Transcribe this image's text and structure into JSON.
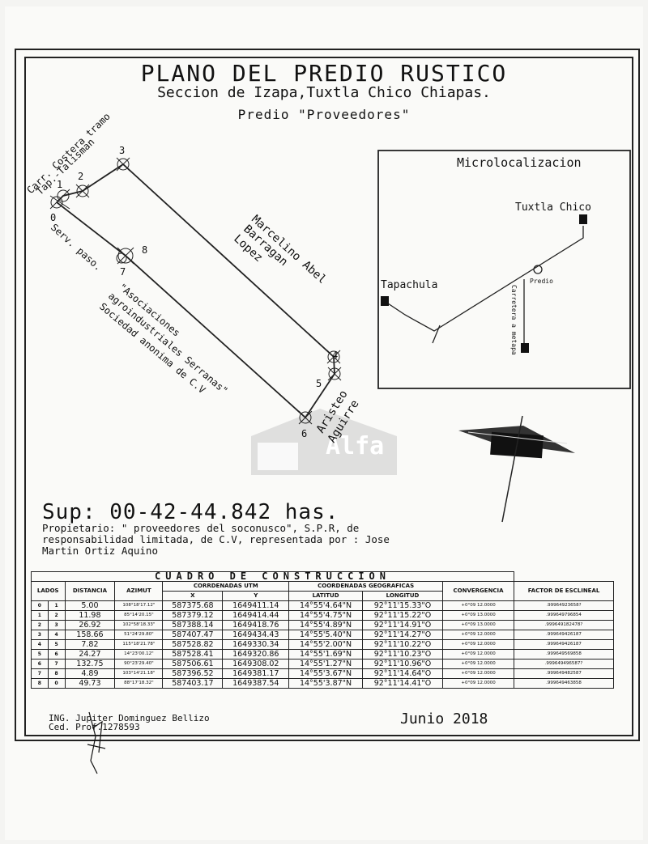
{
  "title": "PLANO DEL PREDIO RUSTICO",
  "subtitle": "Seccion de Izapa,Tuxtla Chico Chiapas.",
  "predio": "Predio \"Proveedores\"",
  "plan_labels": {
    "road": "Carr. Costera tramo",
    "road2": "Tap.-Talisman",
    "serv1": "Serv. paso.",
    "neighbor_ne_1": "Marcelino Abel",
    "neighbor_ne_2": "Barragan",
    "neighbor_ne_3": "Lopez",
    "neighbor_sw_1": "\"Asociaciones",
    "neighbor_sw_2": "agroindustriales Serranas\"",
    "neighbor_sw_3": "Sociedad anonima de C.V",
    "neighbor_se_1": "Aristeo",
    "neighbor_se_2": "Aguirre",
    "vertices": [
      "0",
      "1",
      "2",
      "3",
      "4",
      "5",
      "6",
      "7",
      "8"
    ]
  },
  "micro": {
    "title": "Microlocalizacion",
    "tuxtla": "Tuxtla Chico",
    "tapachula": "Tapachula",
    "predio": "Predio",
    "carretera": "Carretera a metapa"
  },
  "watermark": "Alfa",
  "surface": "Sup: 00-42-44.842 has.",
  "owner": "Propietario: \" proveedores del soconusco\", S.P.R, de responsabilidad limitada, de C.V, representada por : Jose Martin Ortiz Aquino",
  "table": {
    "title": "CUADRO DE CONSTRUCCION",
    "h_lados": "LADOS",
    "h_distancia": "DISTANCIA",
    "h_azimut": "AZIMUT",
    "h_utm": "CORRDENADAS UTM",
    "h_x": "X",
    "h_y": "Y",
    "h_geo": "COORDENADAS GEOGRAFICAS",
    "h_lat": "LATITUD",
    "h_lon": "LONGITUD",
    "h_conv": "CONVERGENCIA",
    "h_factor": "FACTOR DE ESCLINEAL",
    "rows": [
      {
        "a": "0",
        "b": "1",
        "dist": "5.00",
        "az": "108°18'17.12\"",
        "x": "587375.68",
        "y": "1649411.14",
        "lat": "14°55'4.64\"N",
        "lon": "92°11'15.33\"O",
        "conv": "+0°09 12.0000",
        "fac": ".99964923658?"
      },
      {
        "a": "1",
        "b": "2",
        "dist": "11.98",
        "az": "85°14'20.15\"",
        "x": "587379.12",
        "y": "1649414.44",
        "lat": "14°55'4.75\"N",
        "lon": "92°11'15.22\"O",
        "conv": "+0°09 13.0000",
        "fac": ".999649796854"
      },
      {
        "a": "2",
        "b": "3",
        "dist": "26.92",
        "az": "102°58'18.33\"",
        "x": "587388.14",
        "y": "1649418.76",
        "lat": "14°55'4.89\"N",
        "lon": "92°11'14.91\"O",
        "conv": "+0°09 13.0000",
        "fac": ".999649182478?"
      },
      {
        "a": "3",
        "b": "4",
        "dist": "158.66",
        "az": "51°24'29.80\"",
        "x": "587407.47",
        "y": "1649434.43",
        "lat": "14°55'5.40\"N",
        "lon": "92°11'14.27\"O",
        "conv": "+0°09 12.0000",
        "fac": ".999649426187"
      },
      {
        "a": "4",
        "b": "5",
        "dist": "7.82",
        "az": "115°18'21.78\"",
        "x": "587528.82",
        "y": "1649330.34",
        "lat": "14°55'2.00\"N",
        "lon": "92°11'10.22\"O",
        "conv": "+0°09 12.0000",
        "fac": ".999649426187"
      },
      {
        "a": "5",
        "b": "6",
        "dist": "24.27",
        "az": "14°23'00.12\"",
        "x": "587528.41",
        "y": "1649320.86",
        "lat": "14°55'1.69\"N",
        "lon": "92°11'10.23\"O",
        "conv": "+0°09 12.0000",
        "fac": ".999649569858"
      },
      {
        "a": "6",
        "b": "7",
        "dist": "132.75",
        "az": "90°23'29.40\"",
        "x": "587506.61",
        "y": "1649308.02",
        "lat": "14°55'1.27\"N",
        "lon": "92°11'10.96\"O",
        "conv": "+0°09 12.0000",
        "fac": ".999649496587?"
      },
      {
        "a": "7",
        "b": "8",
        "dist": "4.89",
        "az": "103°14'21.18\"",
        "x": "587396.52",
        "y": "1649381.17",
        "lat": "14°55'3.67\"N",
        "lon": "92°11'14.64\"O",
        "conv": "+0°09 12.0000",
        "fac": ".999649482587"
      },
      {
        "a": "8",
        "b": "0",
        "dist": "49.73",
        "az": "88°17'18.32\"",
        "x": "587403.17",
        "y": "1649387.54",
        "lat": "14°55'3.87\"N",
        "lon": "92°11'14.41\"O",
        "conv": "+0°09 12.0000",
        "fac": ".999649463858"
      }
    ]
  },
  "engineer": "ING. Jupiter Dominguez Bellizo",
  "cedula": "Ced. Prof.1278593",
  "date": "Junio 2018"
}
